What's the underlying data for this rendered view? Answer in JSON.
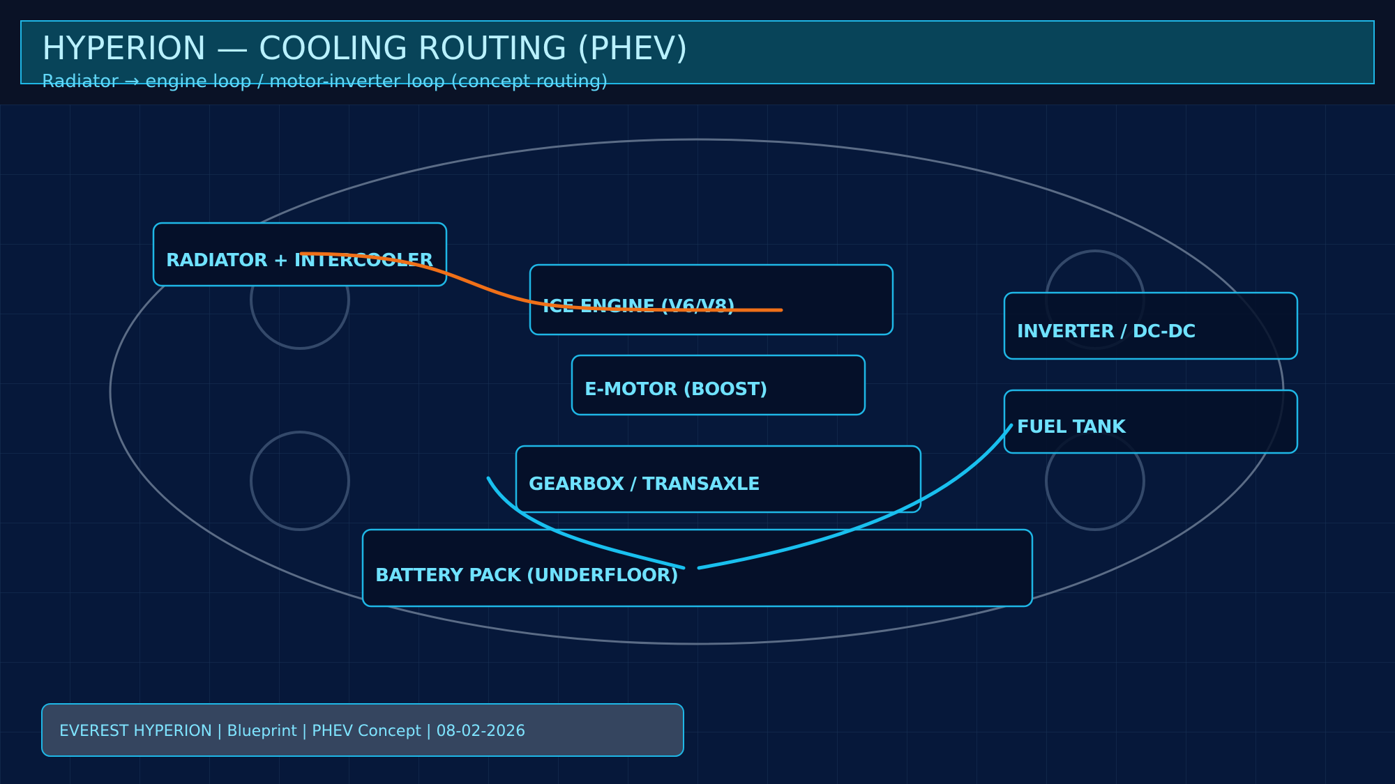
{
  "header": {
    "title": "HYPERION — COOLING ROUTING (PHEV)",
    "subtitle": "Radiator → engine loop / motor-inverter loop (concept routing)"
  },
  "components": {
    "radiator": "RADIATOR + INTERCOOLER",
    "ice_engine": "ICE ENGINE (V6/V8)",
    "e_motor": "E-MOTOR (BOOST)",
    "gearbox": "GEARBOX / TRANSAXLE",
    "battery": "BATTERY PACK (UNDERFLOOR)",
    "inverter": "INVERTER / DC-DC",
    "fuel_tank": "FUEL TANK"
  },
  "footer": {
    "text": "EVEREST HYPERION | Blueprint | PHEV Concept | 08-02-2026"
  },
  "colors": {
    "background": "#06183a",
    "header_band": "#0a1226",
    "header_panel": "#084459",
    "accent_cyan": "#1fb7e6",
    "label_text": "#6fe2ff",
    "engine_loop": "#f07018",
    "motor_loop": "#19c0ef",
    "body_outline": "#5b6c86"
  }
}
